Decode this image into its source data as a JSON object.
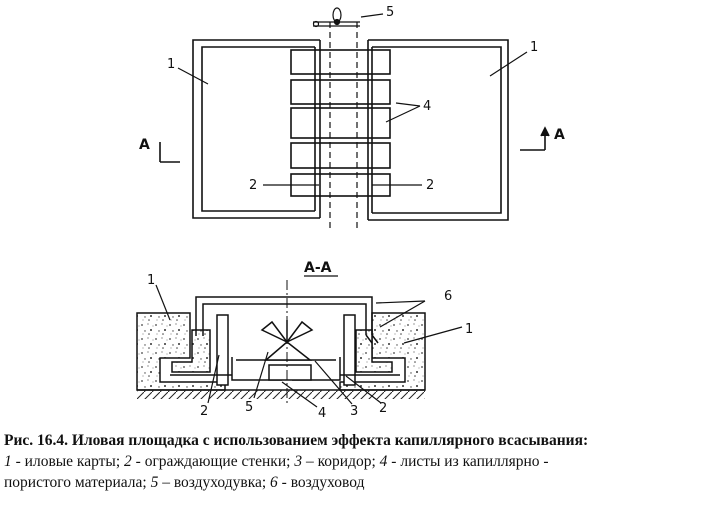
{
  "plan_view": {
    "callouts": {
      "drying_beds_left": "1",
      "drying_beds_right": "1",
      "walls_left": "2",
      "walls_right": "2",
      "sheets": "4",
      "blower": "5"
    },
    "section_marker_left": "A",
    "section_marker_right": "A"
  },
  "section_view": {
    "title": "А-А",
    "callouts": {
      "drying_bed_left": "1",
      "drying_bed_right": "1",
      "air_duct": "6",
      "wall_left": "2",
      "wall_right": "2",
      "corridor": "3",
      "sheets": "4",
      "blower": "5"
    }
  },
  "caption": {
    "title": "Рис. 16.4. Иловая площадка с использованием эффекта капиллярного всасывания:",
    "legend": [
      {
        "num": "1",
        "text": " - иловые карты;  "
      },
      {
        "num": "2",
        "text": " - ограждающие стенки; "
      },
      {
        "num": "3",
        "text": " – коридор; "
      },
      {
        "num": "4",
        "text": " - листы  из капиллярно -"
      },
      {
        "text": "пористого материала; "
      },
      {
        "num": "5",
        "text": " – воздуходувка; "
      },
      {
        "num": "6",
        "text": " - воздуховод"
      }
    ]
  }
}
